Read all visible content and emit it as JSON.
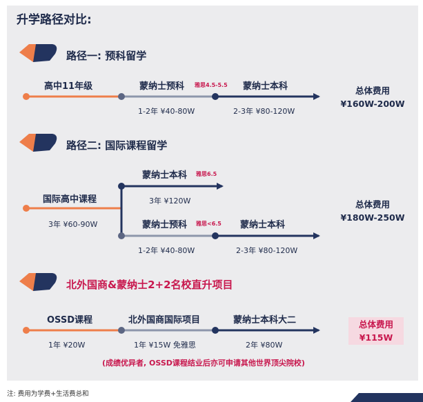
{
  "title": "升学路径对比:",
  "path1": {
    "heading": "路径一: 预科留学",
    "stage1": "高中11年级",
    "stage2": "蒙纳士预科",
    "stage2_ielts": "雅思4.5-5.5",
    "stage3": "蒙纳士本科",
    "cost2": "1-2年 ¥40-80W",
    "cost3": "2-3年 ¥80-120W",
    "total_label": "总体费用",
    "total_value": "¥160W-200W"
  },
  "path2": {
    "heading": "路径二: 国际课程留学",
    "stage1": "国际高中课程",
    "cost1": "3年 ¥60-90W",
    "upper_stage": "蒙纳士本科",
    "upper_ielts": "雅思6.5",
    "upper_cost": "3年 ¥120W",
    "lower_stage1": "蒙纳士预科",
    "lower_ielts": "雅思<6.5",
    "lower_stage2": "蒙纳士本科",
    "lower_cost1": "1-2年 ¥40-80W",
    "lower_cost2": "2-3年 ¥80-120W",
    "total_label": "总体费用",
    "total_value": "¥180W-250W"
  },
  "path3": {
    "heading": "北外国商&蒙纳士2+2名校直升项目",
    "stage1": "OSSD课程",
    "stage2": "北外国商国际项目",
    "stage3": "蒙纳士本科大二",
    "cost1": "1年 ¥20W",
    "cost2": "1年 ¥15W 免雅思",
    "cost3": "2年 ¥80W",
    "total_label": "总体费用",
    "total_value": "¥115W",
    "note": "(成绩优异者, OSSD课程结业后亦可申请其他世界顶尖院校)"
  },
  "footnote": "注: 费用为学费+生活费总和",
  "colors": {
    "orange": "#ee7e4a",
    "navy": "#23345f",
    "red": "#c8184e",
    "panel": "#ececee"
  }
}
